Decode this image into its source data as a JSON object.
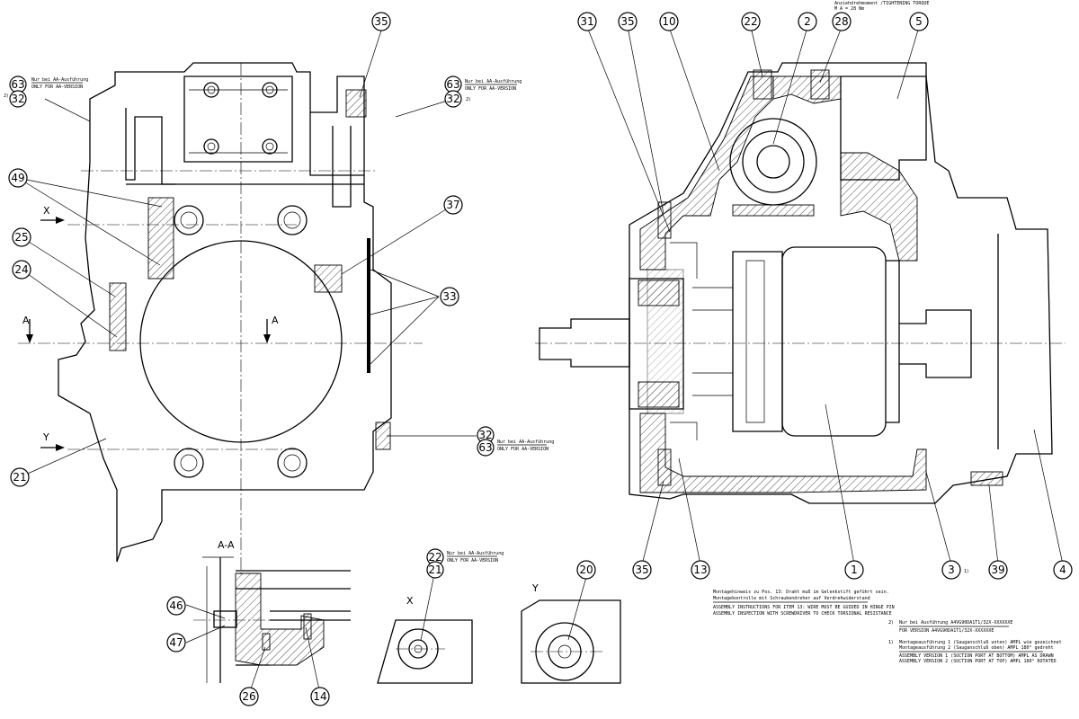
{
  "torque_note": {
    "line1": "Anziehdrehmoment /TIGHTENING TORQUE",
    "line2": "M A = 28 Nm"
  },
  "aa_note": {
    "de": "Nur bei AA-Ausführung",
    "en": "ONLY FOR AA-VERSION"
  },
  "section_labels": {
    "x": "X",
    "y": "Y",
    "a": "A",
    "section_aa": "A-A"
  },
  "superscripts": {
    "two": "2)",
    "one": "1)"
  },
  "assembly_note": {
    "de1": "Montagehinweis zu Pos. 13: Draht muß im Gelenkstift geführt sein.",
    "de2": "Montagekontrolle mit Schraubendreher auf Verdrehwiderstand",
    "en1": "ASSEMBLY INSTRUCTIONS FOR ITEM 13: WIRE MUST BE GUIDED IN HINGE PIN",
    "en2": "ASSEMBLY INSPECTION WITH SCREWDRIVER TO CHECK TORSIONAL RESISTANCE"
  },
  "footnotes": {
    "fn2_mark": "2)",
    "fn2_de": "Nur bei Ausführung A4VG90DA1T1/32X-XXXXXXE",
    "fn2_en": "FOR VERSION A4VG90DA1T1/32X-XXXXXXE",
    "fn1_mark": "1)",
    "fn1_de1": "Montageausführung 1 (Sauganschluß unten) AMPL wie gezeichnet",
    "fn1_de2": "Montageausführung 2 (Sauganschluß oben) AMPL 180° gedreht",
    "fn1_en1": "ASSEMBLY VERSION 1 (SUCTION PORT AT BOTTOM) AMPL AS DRAWN",
    "fn1_en2": "ASSEMBLY VERSION 2 (SUCTION PORT AT TOP) AMPL 180° ROTATED"
  },
  "balloons": {
    "b35a": "35",
    "b63a": "63",
    "b32a": "32",
    "b63b": "63",
    "b32b": "32",
    "b49": "49",
    "b37": "37",
    "b25": "25",
    "b24": "24",
    "b33": "33",
    "b32c": "32",
    "b63c": "63",
    "b21a": "21",
    "b46": "46",
    "b47": "47",
    "b26": "26",
    "b14": "14",
    "b22a": "22",
    "b21b": "21",
    "b20": "20",
    "b31": "31",
    "b35b": "35",
    "b10": "10",
    "b22b": "22",
    "b2": "2",
    "b28": "28",
    "b5": "5",
    "b35c": "35",
    "b13": "13",
    "b1": "1",
    "b3": "3",
    "b39": "39",
    "b4": "4"
  }
}
